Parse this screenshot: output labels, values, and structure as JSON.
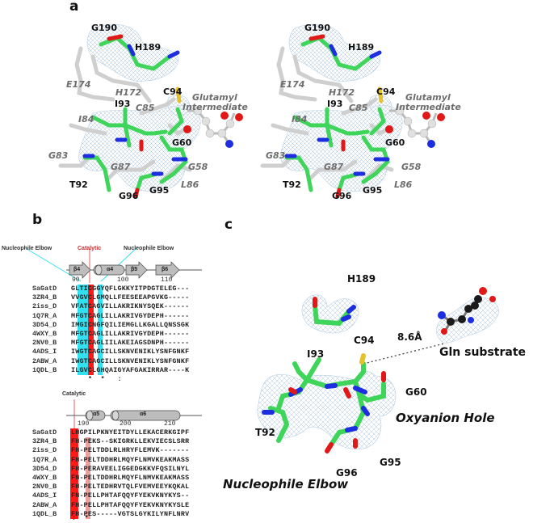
{
  "figure": {
    "panels": {
      "a": {
        "label": "a",
        "views": [
          "stereo-left",
          "stereo-right"
        ],
        "residue_labels_black": [
          "G190",
          "H189",
          "C94",
          "I93",
          "G60",
          "T92",
          "G96",
          "G95"
        ],
        "residue_labels_grey": [
          "E174",
          "H172",
          "C85",
          "I84",
          "G83",
          "G87",
          "G58",
          "L86"
        ],
        "annotation_line1": "Glutamyl",
        "annotation_line2": "Intermediate"
      },
      "b": {
        "label": "b",
        "block1": {
          "header_labels": {
            "left": "Nucleophile Elbow",
            "center": "Catalytic",
            "right": "Nucleophile Elbow"
          },
          "ss_elements": [
            "β4",
            "α4",
            "β5",
            "β6"
          ],
          "ticks": [
            "90",
            "100",
            "110"
          ],
          "rows": [
            {
              "name": "SaGatD",
              "seq": "GLTICGGYQFLGKKYITPDGTELEG---"
            },
            {
              "name": "3ZR4_B",
              "seq": "VVGVCLGMQLLFEESEEAPGVKG-----"
            },
            {
              "name": "2iss_D",
              "seq": "VFATCAGVILLAKRIKNYSQEK------"
            },
            {
              "name": "1Q7R_A",
              "seq": "MFGTCAGLILLAKRIVGYDEPH------"
            },
            {
              "name": "3D54_D",
              "seq": "IMGICNGFQILIEMGLLKGALLQNSSGK"
            },
            {
              "name": "4WXY_B",
              "seq": "MFGTCAGLILLAKRIVGYDEPH------"
            },
            {
              "name": "2NV0_B",
              "seq": "MFGTCAGLIILAKEIAGSDNPH------"
            },
            {
              "name": "4ADS_I",
              "seq": "IWGTCAGCILLSKNVENIKLYSNFGNKF"
            },
            {
              "name": "2ABW_A",
              "seq": "IWGTCAGCILLSKNVENIKLYSNFGNKF"
            },
            {
              "name": "1QDL_B",
              "seq": "ILGVCLGHQAIGYAFGAKIRRAR----K"
            }
          ],
          "conservation": "*  *   :"
        },
        "block2": {
          "header_labels": {
            "center": "Catalytic"
          },
          "ss_elements": [
            "α5",
            "α6"
          ],
          "ticks": [
            "190",
            "200",
            "210"
          ],
          "rows": [
            {
              "name": "SaGatD",
              "seq": "LHGPILPKNYEITDYLLEKACERKGIPF"
            },
            {
              "name": "3ZR4_B",
              "seq": "FH-PEKS--SKIGRKLLEKVIECSLSRR"
            },
            {
              "name": "2iss_D",
              "seq": "FH-PELTDDLRLHRYFLEMVK-------"
            },
            {
              "name": "1Q7R_A",
              "seq": "FH-PELTDDHRLMQYFLNMVKEAKMASS"
            },
            {
              "name": "3D54_D",
              "seq": "FH-PERAVEELIGGEDGKKVFQSILNYL"
            },
            {
              "name": "4WXY_B",
              "seq": "FN-PELTDDHRLMQYFLNMVKEAKMASS"
            },
            {
              "name": "2NV0_B",
              "seq": "FH-PELTEDHRVTQLFVEMVEEYKQKAL"
            },
            {
              "name": "4ADS_I",
              "seq": "FN-PELLPHTAFQQYFYEKVKNYKYS--"
            },
            {
              "name": "2ABW_A",
              "seq": "FH-PELLPHTAFQQYFYEKVKNYKYSLE"
            },
            {
              "name": "1QDL_B",
              "seq": "FH-PES-----VGTSLGYKILYNFLNRV"
            }
          ],
          "conservation": ":  *"
        }
      },
      "c": {
        "label": "c",
        "residue_labels": [
          "H189",
          "C94",
          "I93",
          "G60",
          "T92",
          "G96",
          "G95"
        ],
        "distance_label": "8.6Å",
        "substrate_label": "Gln substrate",
        "region_label_1": "Oxyanion Hole",
        "region_label_2": "Nucleophile Elbow"
      }
    },
    "colors": {
      "carbon_green": "#3fd45a",
      "carbon_grey": "#d6d6d6",
      "oxygen_red": "#e01818",
      "nitrogen_blue": "#1d2de0",
      "sulfur_yellow": "#e6c22a",
      "carbon_black": "#1a1a1a",
      "mesh_blue": "#9fbedb",
      "highlight_red": "#ff1a1a",
      "highlight_cyan": "#33e0f0",
      "highlight_pink": "#e8a0a0",
      "cyan_text": "#3ab0d8"
    }
  }
}
